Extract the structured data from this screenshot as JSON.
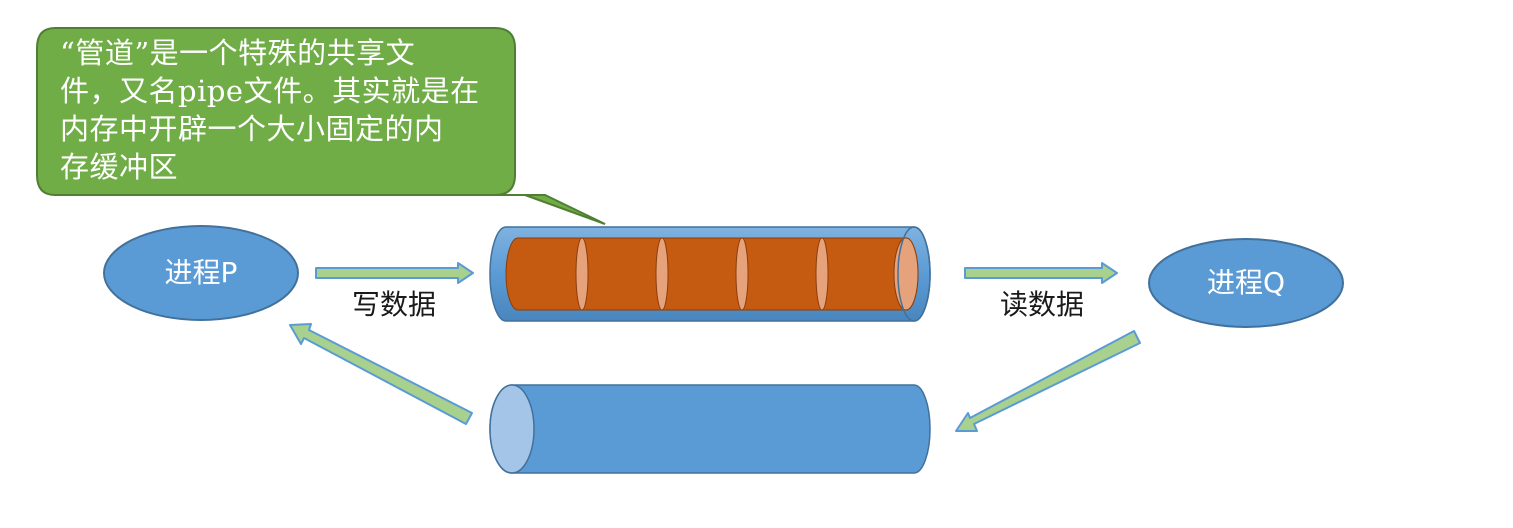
{
  "callout": {
    "lines": [
      "“管道”是一个特殊的共享文",
      "件，又名pipe文件。其实就是在",
      "内存中开辟一个大小固定的内",
      "存缓冲区"
    ]
  },
  "processes": {
    "p": "进程P",
    "q": "进程Q"
  },
  "flows": {
    "write": "写数据",
    "read": "读数据"
  },
  "colors": {
    "callout_fill": "#70ad47",
    "callout_stroke": "#507e32",
    "process_fill": "#5b9bd5",
    "process_stroke": "#41719c",
    "pipe_blue": "#5b9bd5",
    "pipe_fill_orange": "#c55a11",
    "pipe_cap_orange": "#e6a27a",
    "arrow_fill": "#a9d18e",
    "arrow_stroke": "#5b9bd5"
  }
}
